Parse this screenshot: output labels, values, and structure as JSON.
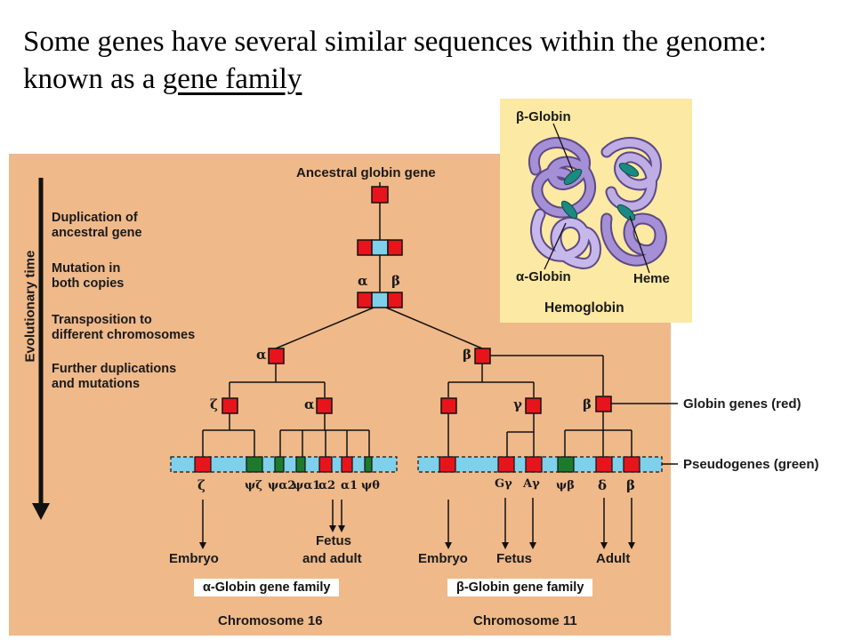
{
  "slide": {
    "title_prefix": "Some genes have several similar sequences within the genome:  known as a ",
    "title_term": "gene family"
  },
  "diagram": {
    "root_label": "Ancestral globin gene",
    "axis_label": "Evolutionary time",
    "steps": [
      {
        "line1": "Duplication of",
        "line2": "ancestral gene"
      },
      {
        "line1": "Mutation in",
        "line2": "both copies"
      },
      {
        "line1": "Transposition to",
        "line2": "different chromosomes"
      },
      {
        "line1": "Further duplications",
        "line2": "and mutations"
      }
    ],
    "legend": {
      "globin": "Globin genes (red)",
      "pseudo": "Pseudogenes (green)"
    },
    "alpha_family": {
      "stage_labels": {
        "alpha": "α",
        "beta": "β",
        "zeta": "ζ",
        "alpha2": "α"
      },
      "gene_labels": [
        "ζ",
        "ψζ",
        "ψα2",
        "ψα1",
        "α2",
        "α1",
        "ψθ"
      ],
      "outputs": [
        "Embryo",
        "Fetus",
        "and adult"
      ],
      "family_label": "α-Globin gene family",
      "chromosome": "Chromosome 16"
    },
    "beta_family": {
      "stage_labels": {
        "beta": "β",
        "gamma": "γ",
        "beta2": "β"
      },
      "gene_labels": [
        "Gγ",
        "Aγ",
        "ψβ",
        "δ",
        "β"
      ],
      "outputs": [
        "Embryo",
        "Fetus",
        "Adult"
      ],
      "family_label": "β-Globin gene family",
      "chromosome": "Chromosome 11"
    },
    "colors": {
      "globin": "#e8141c",
      "pseudo": "#1c7a2c",
      "chromosome": "#7fd0ea",
      "background": "#efb98a"
    }
  },
  "hemoglobin": {
    "beta": "β-Globin",
    "alpha": "α-Globin",
    "heme": "Heme",
    "title": "Hemoglobin"
  }
}
